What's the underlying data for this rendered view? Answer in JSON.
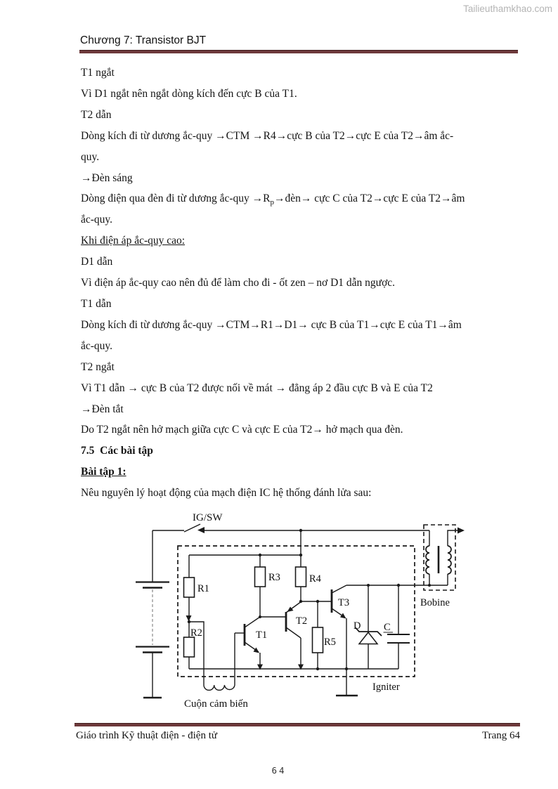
{
  "watermark": {
    "text": "Tailieuthamkhao.com"
  },
  "header": {
    "title": "Chương 7: Transistor BJT"
  },
  "body": {
    "lines": [
      {
        "text": "T1 ngắt"
      },
      {
        "text": "Vì D1 ngắt nên ngắt dòng kích đến cực B của T1."
      },
      {
        "text": "T2 dẫn"
      },
      {
        "text": "Dòng kích đi từ dương ắc-quy →CTM →R4→cực B của T2→cực E của T2→âm ắc-"
      },
      {
        "text": "quy."
      },
      {
        "text": "→Đèn sáng"
      },
      {
        "pre": "Dòng điện qua đèn đi từ dương ắc-quy →R",
        "sub": "p",
        "post": "→đèn→ cực C của T2→cực E của T2→âm"
      },
      {
        "text": "ắc-quy."
      },
      {
        "text": "Khi điện áp ắc-quy cao:",
        "underline": true
      },
      {
        "text": "D1 dẫn"
      },
      {
        "text": "Vì điện áp ắc-quy cao nên đủ để làm cho đi - ốt zen – nơ D1 dẫn ngược."
      },
      {
        "text": "T1 dẫn"
      },
      {
        "text": "Dòng kích đi từ dương ắc-quy →CTM→R1→D1→ cực B của T1→cực E của T1→âm"
      },
      {
        "text": "ắc-quy."
      },
      {
        "text": "T2 ngắt"
      },
      {
        "text": "Vì T1 dẫn → cực B của T2 được nối về mát → đẳng áp 2 đầu cực B và E của T2"
      },
      {
        "text": "→Đèn tắt"
      },
      {
        "text": "Do T2 ngắt nên hở mạch giữa cực C và cực E của T2→ hở mạch qua đèn."
      },
      {
        "text": "7.5  Các bài tập",
        "bold": true
      },
      {
        "text": "Bài tập 1:",
        "bold": true,
        "underline": true
      },
      {
        "text": "Nêu nguyên lý hoạt động của mạch điện IC hệ thống đánh lửa sau:"
      }
    ]
  },
  "circuit": {
    "labels": {
      "igsw": "IG/SW",
      "r1": "R1",
      "r2": "R2",
      "r3": "R3",
      "r4": "R4",
      "r5": "R5",
      "t1": "T1",
      "t2": "T2",
      "t3": "T3",
      "d": "D",
      "c": "C",
      "bobine": "Bobine",
      "igniter": "Igniter",
      "sensor_coil": "Cuộn cảm biến"
    }
  },
  "footer": {
    "left": "Giáo trình Kỹ thuật điện - điện tử",
    "right": "Trang 64",
    "page_number": "64"
  },
  "colors": {
    "rule_maroon": "#6e3a3c",
    "watermark_gray": "#b4b4b4"
  }
}
